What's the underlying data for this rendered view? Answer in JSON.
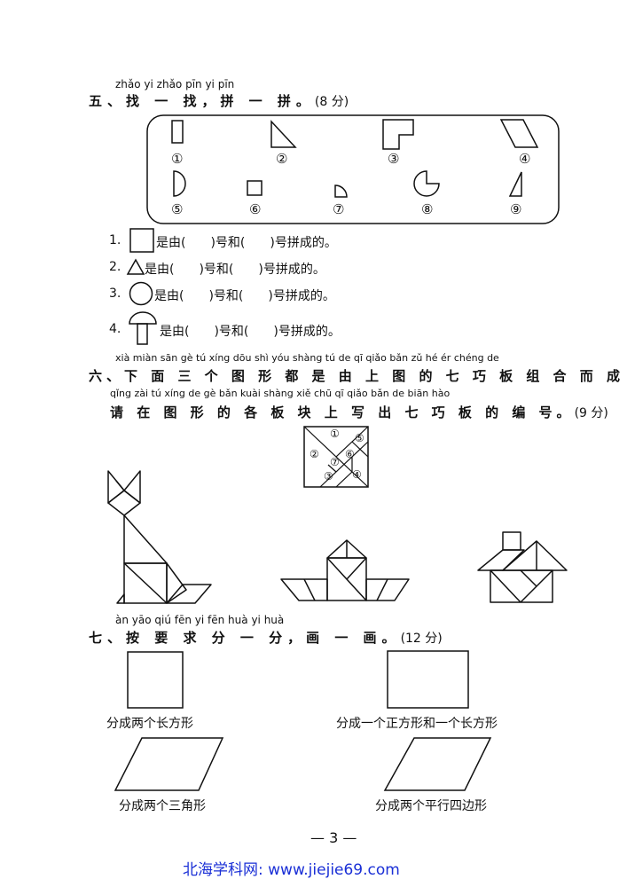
{
  "section5": {
    "pinyin": "zhǎo yi zhǎo    pīn yi pīn",
    "title": "五、找 一 找，拼 一 拼。",
    "score": "(8 分)",
    "shape_labels": [
      "①",
      "②",
      "③",
      "④",
      "⑤",
      "⑥",
      "⑦",
      "⑧",
      "⑨"
    ],
    "questions": [
      {
        "num": "1.",
        "text": "是由(　　)号和(　　)号拼成的。"
      },
      {
        "num": "2.",
        "text": "是由(　　)号和(　　)号拼成的。"
      },
      {
        "num": "3.",
        "text": "是由(　　)号和(　　)号拼成的。"
      },
      {
        "num": "4.",
        "text": "是由(　　)号和(　　)号拼成的。"
      }
    ]
  },
  "section6": {
    "pinyin1": "xià miàn sān gè tú xíng dōu shì yóu shàng tú de qī qiǎo bǎn zǔ hé ér chéng de",
    "line1": "六、下 面 三 个 图 形 都 是 由 上 图 的 七 巧 板 组 合 而 成 的，",
    "pinyin2": "qǐng zài tú xíng de gè bǎn kuài shàng xiě chū qī qiǎo bǎn de biān hào",
    "line2": "请 在 图 形 的 各 板 块 上 写 出 七 巧 板 的 编 号。",
    "score": "(9 分)",
    "tangram_labels": [
      "①",
      "②",
      "③",
      "④",
      "⑤",
      "⑥",
      "⑦"
    ]
  },
  "section7": {
    "pinyin": "àn yāo qiú fēn yi fēn    huà yi huà",
    "title": "七、按 要 求 分 一 分，画 一 画。",
    "score": "(12 分)",
    "captions": [
      "分成两个长方形",
      "分成一个正方形和一个长方形",
      "分成两个三角形",
      "分成两个平行四边形"
    ]
  },
  "page_number": "— 3 —",
  "footer": "北海学科网: www.jiejie69.com"
}
